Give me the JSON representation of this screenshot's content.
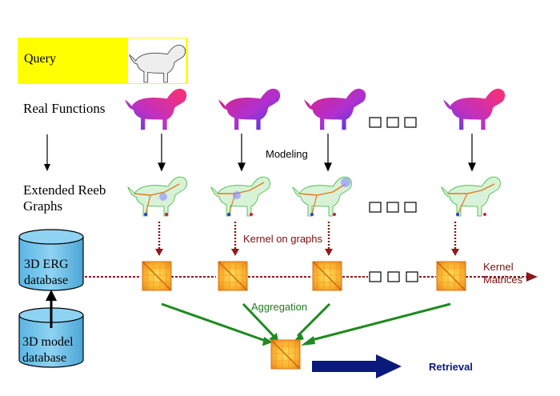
{
  "query": {
    "label": "Query",
    "highlight_color": "#ffff00"
  },
  "rows": {
    "real_functions": "Real Functions",
    "ereb_line1": "Extended Reeb",
    "ereb_line2": "Graphs"
  },
  "annotations": {
    "modeling": "Modeling",
    "kernel_on_graphs": "Kernel on graphs",
    "kernel_matrices_line1": "Kernel",
    "kernel_matrices_line2": "Matrices",
    "aggregation": "Aggregation",
    "retrieval": "Retrieval"
  },
  "databases": {
    "erg_line1": "3D ERG",
    "erg_line2": "database",
    "model_line1": "3D model",
    "model_line2": "database",
    "fill_color": "#6ec1ea"
  },
  "colors": {
    "kernel_arrow": "#8b1a1a",
    "aggregation_arrow": "#1f8a1f",
    "aggregation_text": "#1f7a1f",
    "retrieval_arrow": "#0a1a7a",
    "retrieval_text": "#0a1a7a",
    "matrix_orange": "#f5a623",
    "matrix_yellow": "#ffe14d",
    "dog_magenta": "#e0207a",
    "dog_blue": "#3a3ae0",
    "graph_green": "#3cb43c"
  },
  "icons": [
    "query-dog-icon",
    "dog-function-icon",
    "reeb-graph-dog-icon",
    "kernel-matrix-icon",
    "database-cylinder-icon",
    "ellipsis-boxes-icon"
  ]
}
